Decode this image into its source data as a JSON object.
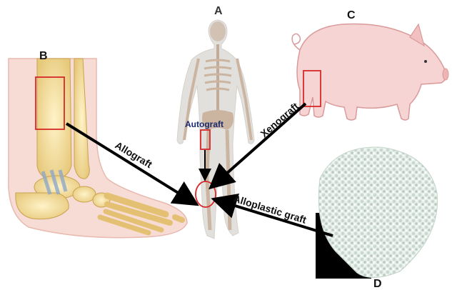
{
  "panels": {
    "a": {
      "letter": "A"
    },
    "b": {
      "letter": "B"
    },
    "c": {
      "letter": "C"
    },
    "d": {
      "letter": "D"
    }
  },
  "grafts": {
    "autograft": "Autograft",
    "allograft": "Allograft",
    "xenograft": "Xenograft",
    "alloplastic": "Alloplastic graft"
  },
  "colors": {
    "highlight_box": "#d62828",
    "arrow": "#000000",
    "autograft_text": "#1a2a6e",
    "bone": "#f2dfa0",
    "skin": "#f7d9d3",
    "pig": "#f6d0d0",
    "scaffold": "#dde9e2"
  }
}
